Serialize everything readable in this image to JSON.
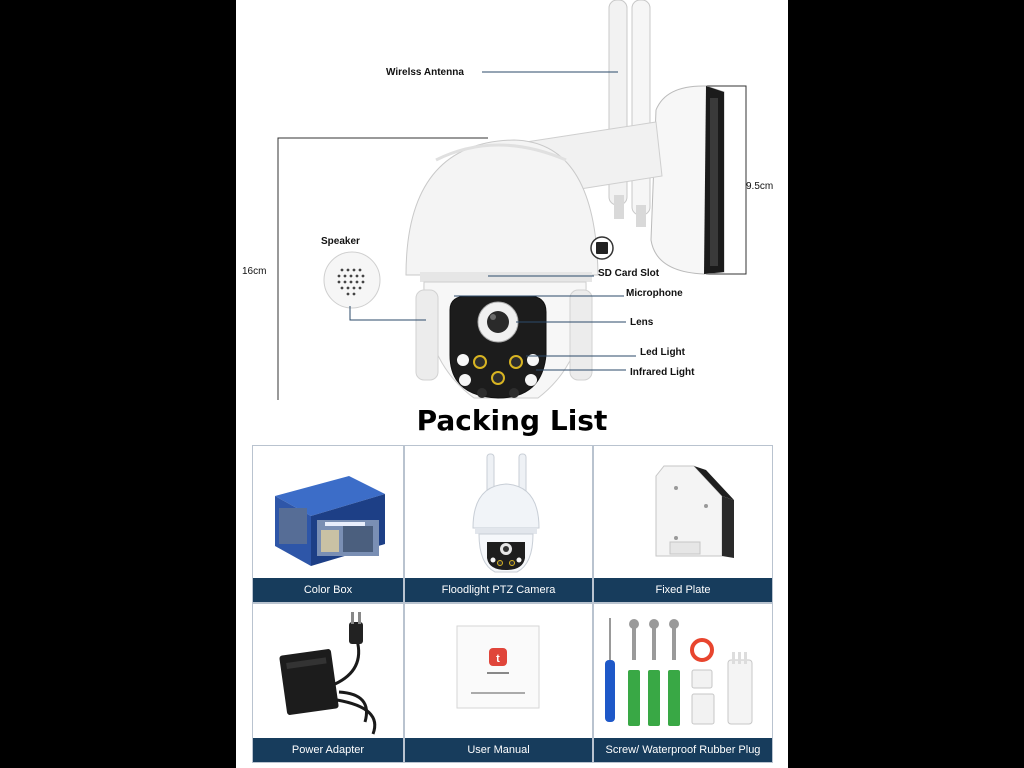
{
  "callouts": {
    "antenna": "Wirelss Antenna",
    "width_dim": "9.5cm",
    "height_dim": "16cm",
    "speaker": "Speaker",
    "sd_card": "SD Card Slot",
    "microphone": "Microphone",
    "lens": "Lens",
    "led_light": "Led Light",
    "infrared_light": "Infrared Light"
  },
  "packing": {
    "title": "Packing List",
    "items": [
      {
        "label": "Color Box",
        "icon": "color-box-icon"
      },
      {
        "label": "Floodlight PTZ Camera",
        "icon": "ptz-camera-icon"
      },
      {
        "label": "Fixed Plate",
        "icon": "fixed-plate-icon"
      },
      {
        "label": "Power Adapter",
        "icon": "power-adapter-icon"
      },
      {
        "label": "User Manual",
        "icon": "user-manual-icon"
      },
      {
        "label": "Screw/ Waterproof Rubber Plug",
        "icon": "screw-plug-icon"
      }
    ]
  },
  "colors": {
    "caption_bg": "#173c5c",
    "cell_border": "#b9c3cf",
    "led_ring": "#d8b422"
  }
}
